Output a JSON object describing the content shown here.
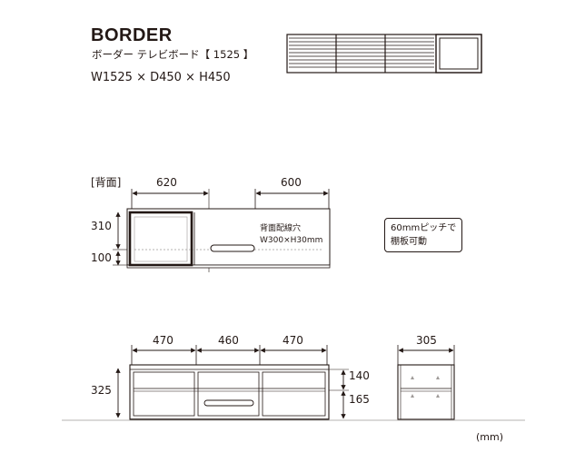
{
  "header": {
    "title": "BORDER",
    "subtitle": "ボーダー テレビボード【 1525 】",
    "size": "W1525 × D450 × H450"
  },
  "back_view": {
    "label": "[背面]",
    "dim_top_left": "620",
    "dim_top_right": "600",
    "dim_left_upper": "310",
    "dim_left_lower": "100",
    "hole_note_line1": "背面配線穴",
    "hole_note_line2": "W300×H30mm"
  },
  "shelf_note": {
    "line1": "60mmピッチで",
    "line2": "棚板可動"
  },
  "front_view": {
    "dim_left": "470",
    "dim_center": "460",
    "dim_right": "470",
    "dim_height": "325",
    "dim_upper": "140",
    "dim_lower": "165"
  },
  "side_view": {
    "dim_depth": "305"
  },
  "unit": "(mm)",
  "colors": {
    "line": "#231815",
    "light_line": "#9e9a98",
    "panel": "#ffffff"
  }
}
